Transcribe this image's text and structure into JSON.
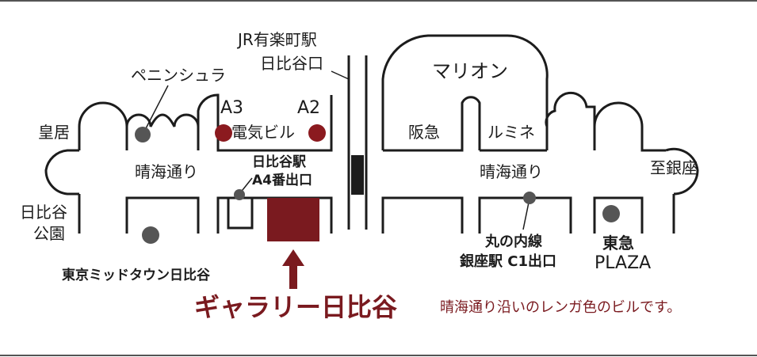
{
  "map": {
    "labels": {
      "jr_station": "JR有楽町駅",
      "jr_exit": "日比谷口",
      "peninsula": "ペニンシュラ",
      "marion": "マリオン",
      "kokyo": "皇居",
      "a3": "A3",
      "a2": "A2",
      "denki_bldg": "電気ビル",
      "hankyu": "阪急",
      "lumine": "ルミネ",
      "harumi_dori_left": "晴海通り",
      "harumi_dori_right": "晴海通り",
      "to_ginza": "至銀座",
      "hibiya_station": "日比谷駅",
      "a4_exit": "A4番出口",
      "hibiya_park_1": "日比谷",
      "hibiya_park_2": "公園",
      "marunouchi_line": "丸の内線",
      "ginza_c1_exit": "銀座駅 C1出口",
      "tokyu": "東急",
      "plaza": "PLAZA",
      "midtown": "東京ミッドタウン日比谷",
      "gallery_name": "ギャラリー日比谷",
      "note": "晴海通り沿いのレンガ色のビルです。"
    },
    "colors": {
      "outline": "#1c1c1c",
      "marker": "#555555",
      "brick": "#7a1a1f",
      "exit_dot": "#8b1a1f"
    }
  }
}
